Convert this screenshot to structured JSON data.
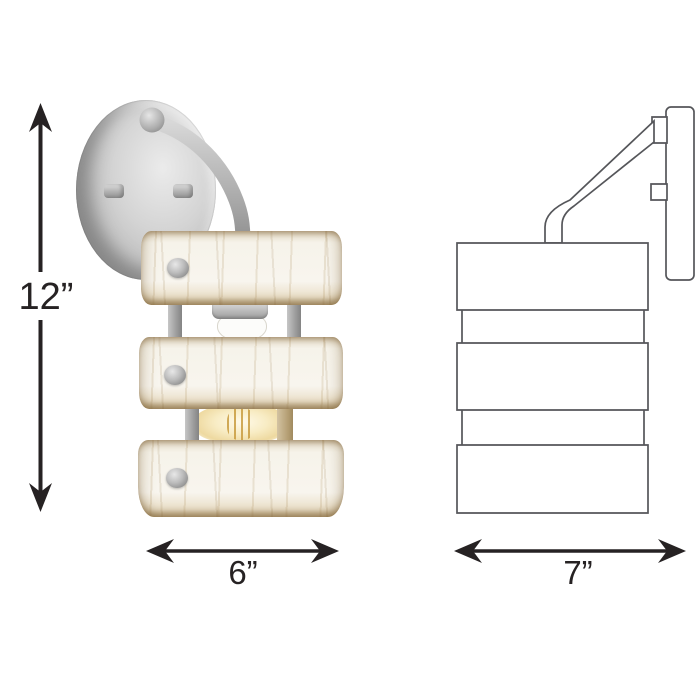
{
  "diagram": {
    "kind": "product-dimension-diagram",
    "subject": "wall-sconce-with-slatted-wood-cylinder-shade",
    "views": {
      "photo_view": "front perspective photo",
      "outline_view": "side elevation line drawing"
    },
    "dimensions": {
      "height": "12”",
      "width": "6”",
      "depth": "7”"
    },
    "colors": {
      "background": "#ffffff",
      "dimension_line": "#262223",
      "outline_stroke": "#55565a",
      "galvanized_metal": "#b9b9b9",
      "weathered_wood": "#f4f0e7",
      "bulb_glow": "#eed9a0"
    }
  }
}
